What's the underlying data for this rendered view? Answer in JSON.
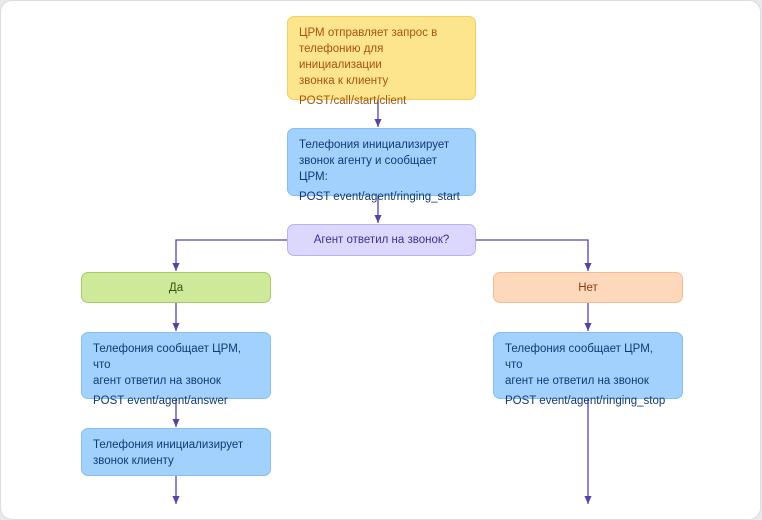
{
  "nodes": {
    "start": {
      "lines": [
        "ЦРМ отправляет запрос в",
        "телефонию для инициализации",
        "звонка к клиенту"
      ],
      "code": "POST/call/start/client"
    },
    "init_agent": {
      "lines": [
        "Телефония инициализирует",
        "звонок агенту и сообщает ЦРМ:"
      ],
      "code": "POST event/agent/ringing_start"
    },
    "decision": {
      "label": "Агент ответил на звонок?"
    },
    "yes": {
      "label": "Да"
    },
    "no": {
      "label": "Нет"
    },
    "answered": {
      "lines": [
        "Телефония сообщает ЦРМ, что",
        "агент ответил на звонок"
      ],
      "code": "POST event/agent/answer"
    },
    "not_answered": {
      "lines": [
        "Телефония сообщает ЦРМ, что",
        "агент не ответил на звонок"
      ],
      "code": "POST event/agent/ringing_stop"
    },
    "init_client": {
      "lines": [
        "Телефония инициализирует",
        "звонок клиенту"
      ]
    }
  },
  "colors": {
    "connector": "#5046a8",
    "yellow": "#fde58e",
    "blue": "#a3d1fd",
    "purple": "#dcd8fd",
    "green": "#cfe99a",
    "peach": "#fdd8bb"
  }
}
